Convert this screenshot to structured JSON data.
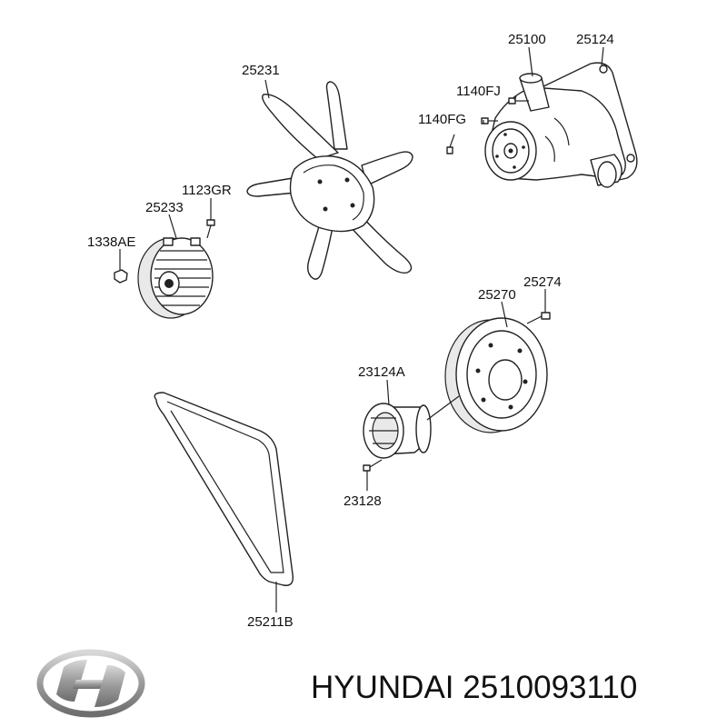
{
  "diagram": {
    "labels": {
      "water_pump": "25100",
      "water_pump_gasket": "25124",
      "bolt_1140fj": "1140FJ",
      "bolt_1140fg": "1140FG",
      "cooling_fan": "25231",
      "fan_bolt": "1123GR",
      "fan_clutch": "25233",
      "fan_nut": "1338AE",
      "crank_pulley": "25270",
      "pulley_bolt": "25274",
      "pulley_hub": "23124A",
      "hub_bolt": "23128",
      "v_belt": "25211B"
    }
  },
  "footer": {
    "brand": "HYUNDAI",
    "part_number": "2510093110",
    "logo_icon": "hyundai-logo-icon",
    "logo_color": "#9a9a9a"
  }
}
